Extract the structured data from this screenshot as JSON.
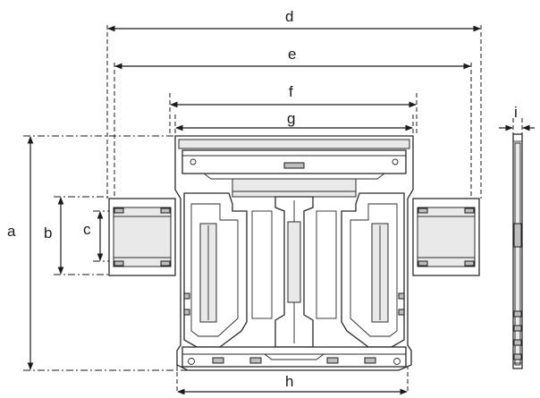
{
  "dimensions": {
    "a": "a",
    "b": "b",
    "c": "c",
    "d": "d",
    "e": "e",
    "f": "f",
    "g": "g",
    "h": "h",
    "i": "i"
  },
  "arrow_color": "#1a1a1a"
}
